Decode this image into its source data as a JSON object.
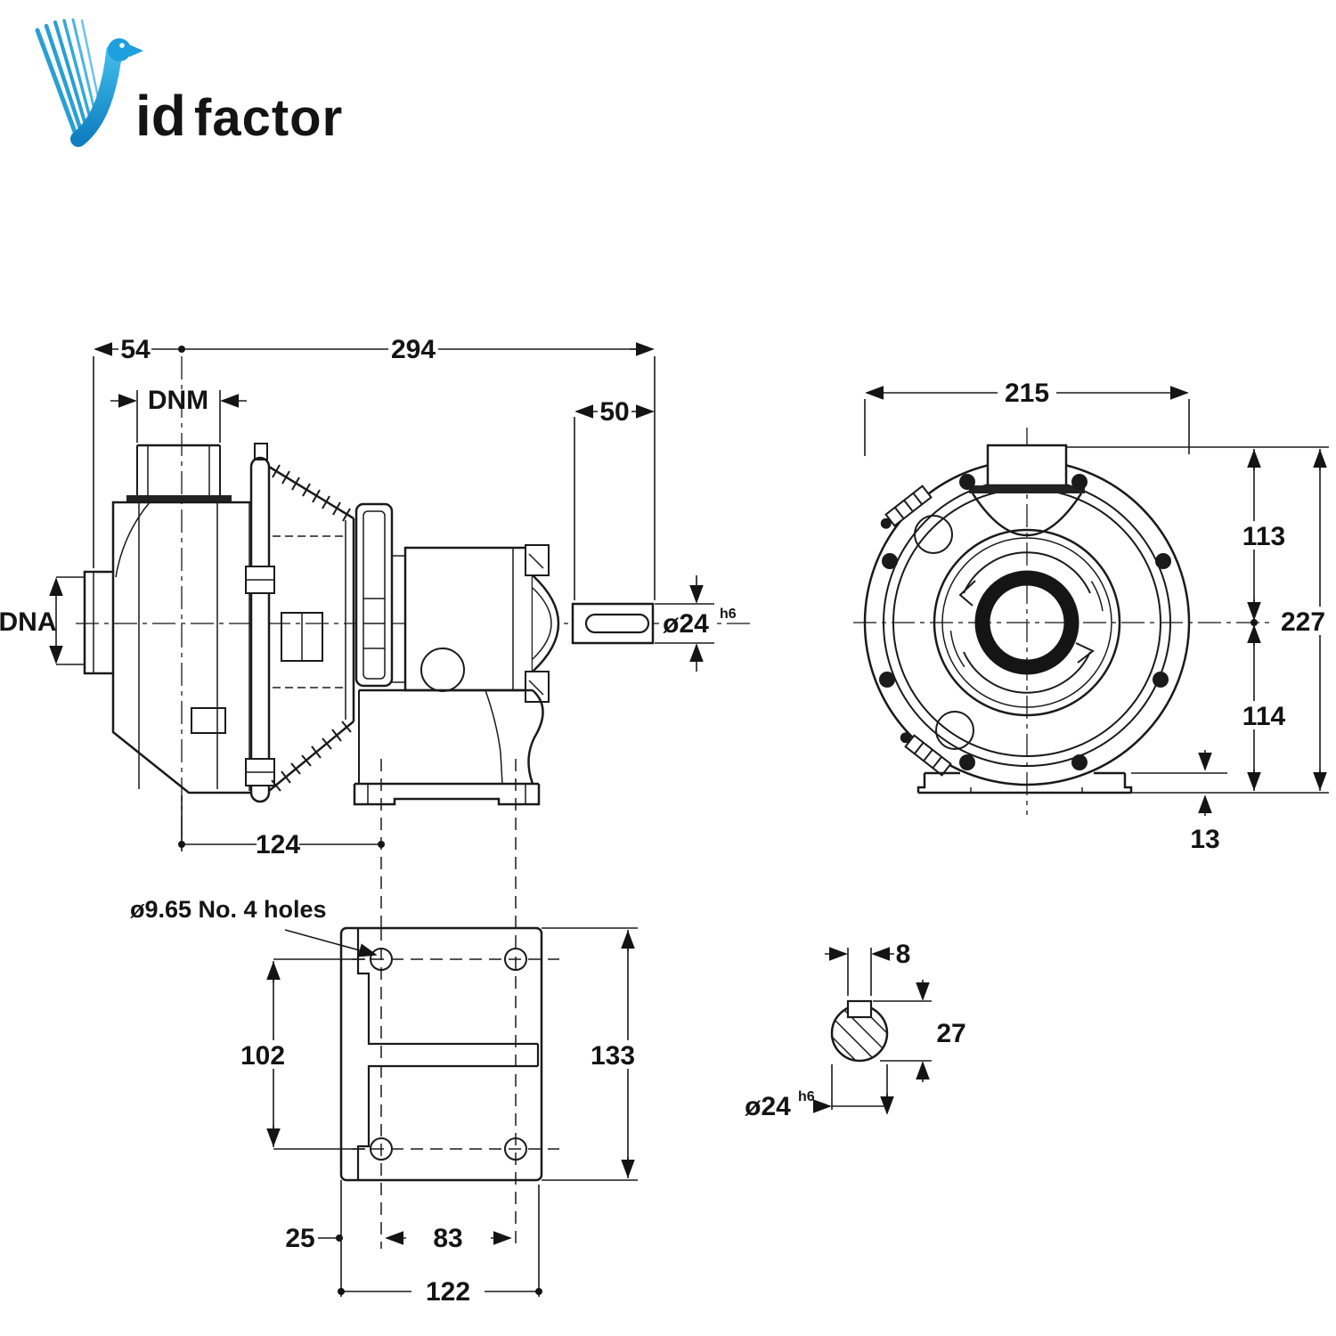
{
  "logo": {
    "id_text": "id",
    "factor_text": "factor",
    "blue": "#1b9ad2",
    "orange_start": "#ef8f1d",
    "orange_end": "#ffc90a"
  },
  "side_view": {
    "d54": "54",
    "d294": "294",
    "dnm": "DNM",
    "d50": "50",
    "dna": "DNA",
    "dia": "ø24",
    "tol": "h6",
    "d124": "124"
  },
  "front_view": {
    "d215": "215",
    "d113": "113",
    "d227": "227",
    "d114": "114",
    "d13": "13"
  },
  "base_plate": {
    "hole_note": "ø9.65  No. 4 holes",
    "d102": "102",
    "d133": "133",
    "d25": "25",
    "d83": "83",
    "d122": "122"
  },
  "shaft_section": {
    "d8": "8",
    "d27": "27",
    "dia": "ø24",
    "tol": "h6"
  },
  "colors": {
    "line": "#1a1a1a",
    "centerline": "#3a3a3a"
  }
}
